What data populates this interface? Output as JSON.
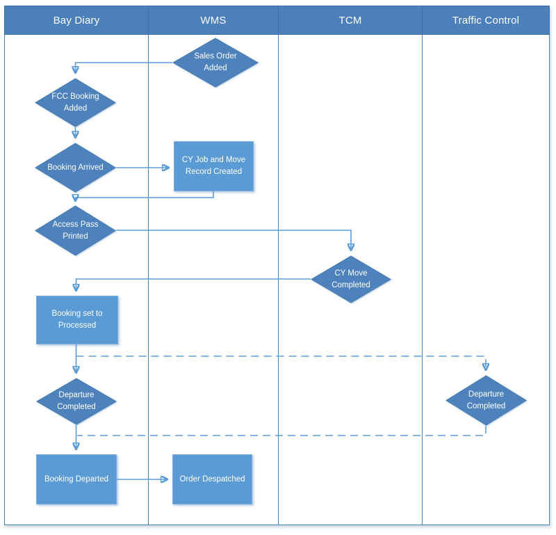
{
  "diagram_type": "cross-functional flowchart (swimlanes)",
  "lanes": [
    {
      "title": "Bay Diary"
    },
    {
      "title": "WMS"
    },
    {
      "title": "TCM"
    },
    {
      "title": "Traffic Control"
    }
  ],
  "nodes": {
    "sales_order_added": {
      "label": "Sales Order Added",
      "type": "decision",
      "lane": "WMS"
    },
    "fcc_booking_added": {
      "label": "FCC Booking Added",
      "type": "decision",
      "lane": "Bay Diary"
    },
    "booking_arrived": {
      "label": "Booking Arrived",
      "type": "decision",
      "lane": "Bay Diary"
    },
    "cy_job_created": {
      "label": "CY Job and Move Record Created",
      "type": "process",
      "lane": "WMS"
    },
    "access_pass_printed": {
      "label": "Access Pass Printed",
      "type": "decision",
      "lane": "Bay Diary"
    },
    "cy_move_completed": {
      "label": "CY Move Completed",
      "type": "decision",
      "lane": "TCM"
    },
    "booking_set_processed": {
      "label": "Booking set to Processed",
      "type": "process",
      "lane": "Bay Diary"
    },
    "departure_completed_bay_diary": {
      "label": "Departure Completed",
      "type": "decision",
      "lane": "Bay Diary"
    },
    "departure_completed_traffic": {
      "label": "Departure Completed",
      "type": "decision",
      "lane": "Traffic Control"
    },
    "booking_departed": {
      "label": "Booking Departed",
      "type": "process",
      "lane": "Bay Diary"
    },
    "order_despatched": {
      "label": "Order Despatched",
      "type": "process",
      "lane": "WMS"
    }
  },
  "edges": [
    {
      "from": "sales_order_added",
      "to": "fcc_booking_added",
      "style": "solid"
    },
    {
      "from": "fcc_booking_added",
      "to": "booking_arrived",
      "style": "solid"
    },
    {
      "from": "booking_arrived",
      "to": "cy_job_created",
      "style": "solid"
    },
    {
      "from": "cy_job_created",
      "to": "access_pass_printed",
      "style": "solid"
    },
    {
      "from": "access_pass_printed",
      "to": "cy_move_completed",
      "style": "solid"
    },
    {
      "from": "cy_move_completed",
      "to": "booking_set_processed",
      "style": "solid"
    },
    {
      "from": "booking_set_processed",
      "to": "departure_completed_bay_diary",
      "style": "solid"
    },
    {
      "from": "booking_set_processed",
      "to": "departure_completed_traffic",
      "style": "dashed"
    },
    {
      "from": "departure_completed_traffic",
      "to": "booking_departed",
      "style": "dashed"
    },
    {
      "from": "departure_completed_bay_diary",
      "to": "booking_departed",
      "style": "solid"
    },
    {
      "from": "booking_departed",
      "to": "order_despatched",
      "style": "solid"
    }
  ],
  "colors": {
    "header_fill": "#4c80bb",
    "decision_fill": "#4d82bd",
    "process_fill": "#5b9bd5",
    "connector": "#5b9bd5",
    "lane_border": "#4c7fb5",
    "text": "#ffffff"
  }
}
